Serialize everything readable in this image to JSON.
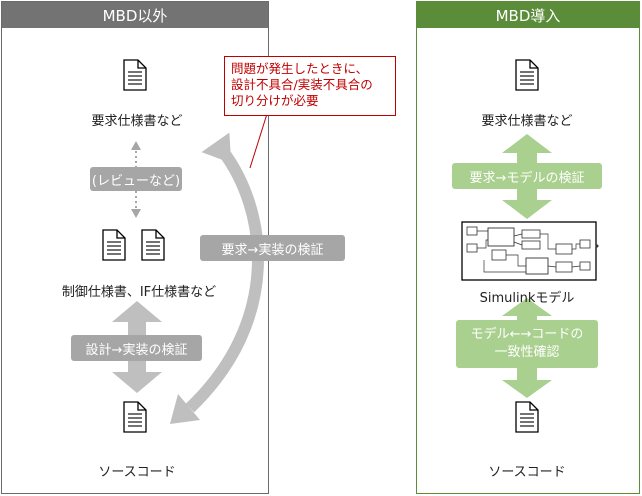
{
  "colors": {
    "left_header": "#737373",
    "right_header": "#5b8c3a",
    "gray_pill": "#a6a6a6",
    "green_pill": "#a9d08e",
    "gray_arrow": "#bfbfbf",
    "green_arrow": "#a9d08e",
    "callout_red": "#c00000"
  },
  "left_panel": {
    "title": "MBD以外",
    "req_doc_label": "要求仕様書など",
    "review_label": "(レビューなど)",
    "ctrl_doc_label": "制御仕様書、IF仕様書など",
    "design_verify_label": "設計→実装の検証",
    "req_verify_label": "要求→実装の検証",
    "source_label": "ソースコード",
    "callout": {
      "line1": "問題が発生したときに、",
      "line2": "設計不具合/実装不具合の",
      "line3": "切り分けが必要"
    }
  },
  "right_panel": {
    "title": "MBD導入",
    "req_doc_label": "要求仕様書など",
    "req_model_verify_label": "要求→モデルの検証",
    "model_label": "Simulinkモデル",
    "model_code_line1": "モデル←→コードの",
    "model_code_line2": "一致性確認",
    "source_label": "ソースコード"
  },
  "icons": [
    "document-icon",
    "simulink-model-icon"
  ]
}
